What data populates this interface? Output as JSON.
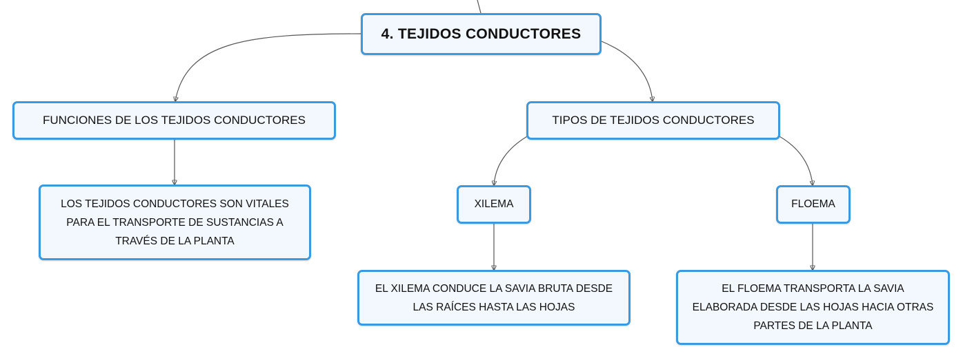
{
  "diagram": {
    "root": {
      "label": "4. TEJIDOS CONDUCTORES"
    },
    "funciones": {
      "label": "FUNCIONES DE LOS TEJIDOS CONDUCTORES",
      "description": [
        "LOS TEJIDOS CONDUCTORES SON VITALES",
        "PARA EL TRANSPORTE DE SUSTANCIAS A",
        "TRAVÉS DE LA PLANTA"
      ]
    },
    "tipos": {
      "label": "TIPOS DE TEJIDOS CONDUCTORES",
      "xilema": {
        "label": "XILEMA",
        "description": [
          "EL XILEMA CONDUCE LA SAVIA BRUTA DESDE",
          "LAS RAÍCES HASTA LAS HOJAS"
        ]
      },
      "floema": {
        "label": "FLOEMA",
        "description": [
          "EL FLOEMA TRANSPORTA LA SAVIA",
          "ELABORADA DESDE LAS HOJAS HACIA OTRAS",
          "PARTES DE LA PLANTA"
        ]
      }
    }
  },
  "colors": {
    "node_border": "#3b99e0",
    "node_fill": "#f2f8fd",
    "connector": "#555555",
    "text": "#111111"
  }
}
